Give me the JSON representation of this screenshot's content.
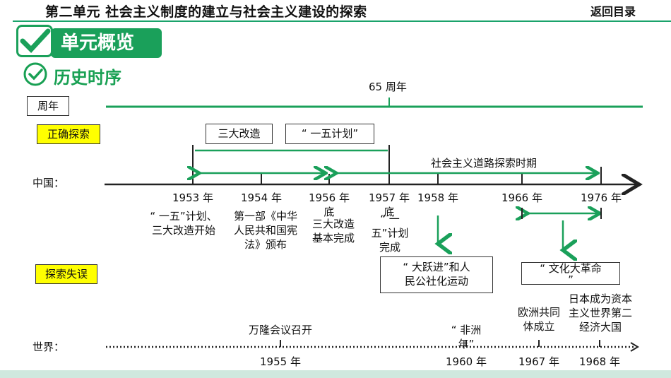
{
  "header": {
    "title": "第二单元    社会主义制度的建立与社会主义建设的探索",
    "back_label": "返回目录"
  },
  "banner": {
    "unit_overview": "单元概览",
    "history_order": "历史时序"
  },
  "rows": {
    "anniversary": "周年",
    "correct": "正确探索",
    "china": "中国：",
    "mistakes": "探索失误",
    "world": "世界："
  },
  "anniversary_label": "65 周年",
  "top_boxes": {
    "three_reforms": "三大改造",
    "five_year_plan": "“ 一五计划”"
  },
  "road_period": "社会主义道路探索时期",
  "china_years": [
    "1953 年",
    "1954 年",
    "1956 年\n底",
    "1957 年\n底",
    "1958 年",
    "1966 年",
    "1976 年"
  ],
  "china_events": [
    "“ 一五”计划、\n三大改造开始",
    "第一部《中华\n人民共和国宪\n法》颁布",
    "三大改造\n基本完成",
    "“ 一\n五”计划\n完成"
  ],
  "mistake_boxes": {
    "great_leap": "“ 大跃进”和人\n民公社化运动",
    "cultural_revolution": "“ 文化大革命\n”"
  },
  "world_events": [
    {
      "text": "万隆会议召开",
      "year": "1955 年"
    },
    {
      "text": "“ 非洲\n年”",
      "year": "1960 年"
    },
    {
      "text": "欧洲共同\n体成立",
      "year": "1967 年"
    },
    {
      "text": "日本成为资本\n主义世界第二\n经济大国",
      "year": "1968 年"
    }
  ],
  "colors": {
    "green": "#1aa05a",
    "yellow": "#ffff00"
  }
}
